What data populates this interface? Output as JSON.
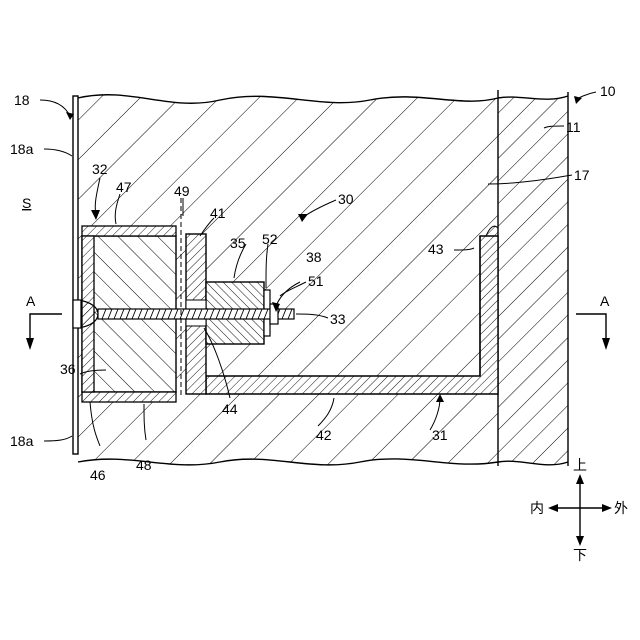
{
  "labels": {
    "l10": "10",
    "l11": "11",
    "l17": "17",
    "l18": "18",
    "l18a_top": "18a",
    "l18a_bottom": "18a",
    "lS": "S",
    "l30": "30",
    "l31": "31",
    "l32": "32",
    "l33": "33",
    "l35": "35",
    "l36": "36",
    "l38": "38",
    "l41": "41",
    "l42": "42",
    "l43": "43",
    "l44": "44",
    "l46": "46",
    "l47": "47",
    "l48": "48",
    "l49": "49",
    "l51": "51",
    "l52": "52",
    "lA_left": "A",
    "lA_right": "A"
  },
  "direction": {
    "up": "上",
    "down": "下",
    "inside": "内",
    "outside": "外"
  }
}
